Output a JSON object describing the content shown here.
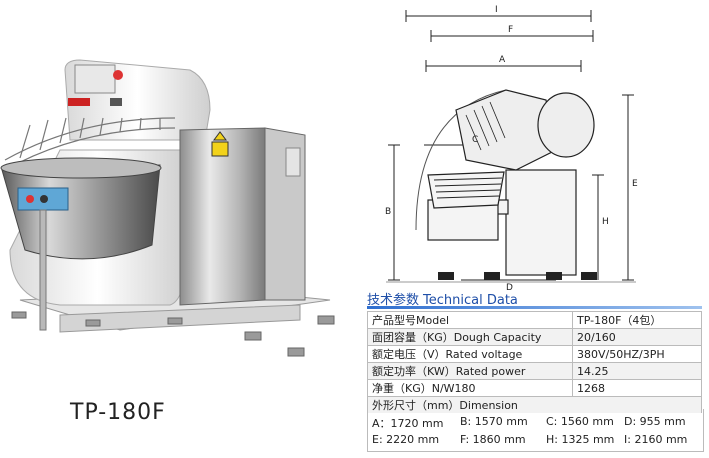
{
  "model_label": "TP-180F",
  "drawing": {
    "dimension_letters": [
      "I",
      "F",
      "A",
      "C",
      "E",
      "B",
      "H",
      "D"
    ]
  },
  "tech": {
    "title_cn": "技术参数",
    "title_en": "Technical Data",
    "rows": [
      {
        "label": "产品型号Model",
        "value": "TP-180F（4包）"
      },
      {
        "label": "面团容量（KG）Dough Capacity",
        "value": "20/160"
      },
      {
        "label": "额定电压（V）Rated voltage",
        "value": "380V/50HZ/3PH"
      },
      {
        "label": "额定功率（KW）Rated power",
        "value": "14.25"
      },
      {
        "label": "净重（KG）N/W180",
        "value": "1268"
      }
    ],
    "dimension_label": "外形尺寸（mm）Dimension",
    "dimensions": [
      [
        "A：1720  mm",
        "B: 1570  mm",
        "C: 1560  mm",
        "D: 955  mm"
      ],
      [
        "E: 2220  mm",
        "F: 1860  mm",
        "H: 1325  mm",
        "I: 2160  mm"
      ]
    ]
  }
}
